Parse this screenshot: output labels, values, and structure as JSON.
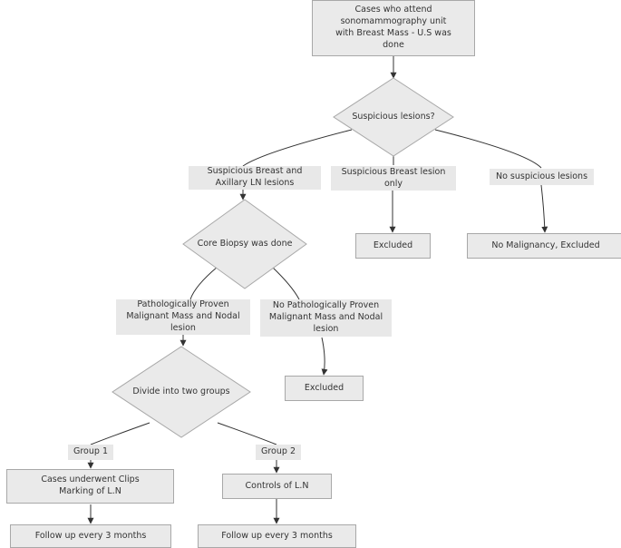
{
  "nodes": {
    "start": "Cases who attend\nsonomammography unit\nwith Breast Mass - U.S was\ndone",
    "decision_suspicious": "Suspicious lesions?",
    "decision_core_biopsy": "Core Biopsy was done",
    "decision_divide": "Divide into two groups",
    "excluded_breast_only": "Excluded",
    "no_malignancy_excluded": "No Malignancy, Excluded",
    "excluded_no_proven": "Excluded",
    "clips_marking": "Cases underwent Clips\nMarking of L.N",
    "controls": "Controls of L.N",
    "follow_up_group1": "Follow up every 3 months",
    "follow_up_group2": "Follow up every 3 months"
  },
  "edge_labels": {
    "breast_and_axillary": "Suspicious Breast and\nAxillary LN lesions",
    "breast_only": "Suspicious Breast lesion\nonly",
    "no_suspicious": "No suspicious lesions",
    "proven": "Pathologically Proven\nMalignant Mass and Nodal\nlesion",
    "not_proven": "No Pathologically Proven\nMalignant Mass and Nodal\nlesion",
    "group1": "Group 1",
    "group2": "Group 2"
  },
  "colors": {
    "node_fill": "#eaeaea",
    "node_border": "#a8a8a8",
    "edge": "#333333",
    "text": "#333333"
  }
}
